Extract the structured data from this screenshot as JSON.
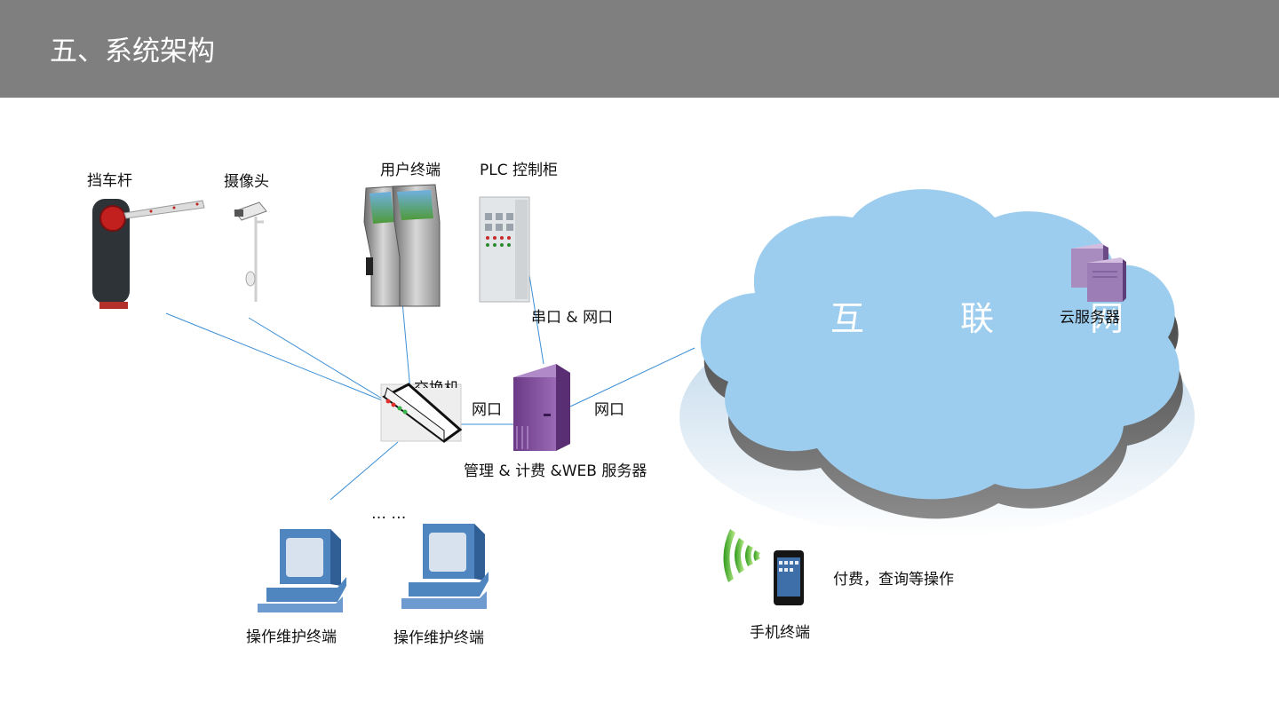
{
  "header": {
    "title": "五、系统架构"
  },
  "labels": {
    "barrier": "挡车杆",
    "camera": "摄像头",
    "user_terminal": "用户终端",
    "plc": "PLC 控制柜",
    "serial_net": "串口 & 网口",
    "switch": "交换机",
    "net_port_left": "网口",
    "net_port_right": "网口",
    "server": "管理 & 计费 &WEB 服务器",
    "ellipsis": "… …",
    "op_terminal_1": "操作维护终端",
    "op_terminal_2": "操作维护终端",
    "internet": "互 联 网",
    "cloud_server": "云服务器",
    "mobile_terminal": "手机终端",
    "mobile_ops": "付费，查询等操作"
  },
  "colors": {
    "header_bg": "#7f7f7f",
    "cloud": "#9dcdee",
    "link_line": "#3d8fd6",
    "server_purple": "#7a4a94"
  }
}
